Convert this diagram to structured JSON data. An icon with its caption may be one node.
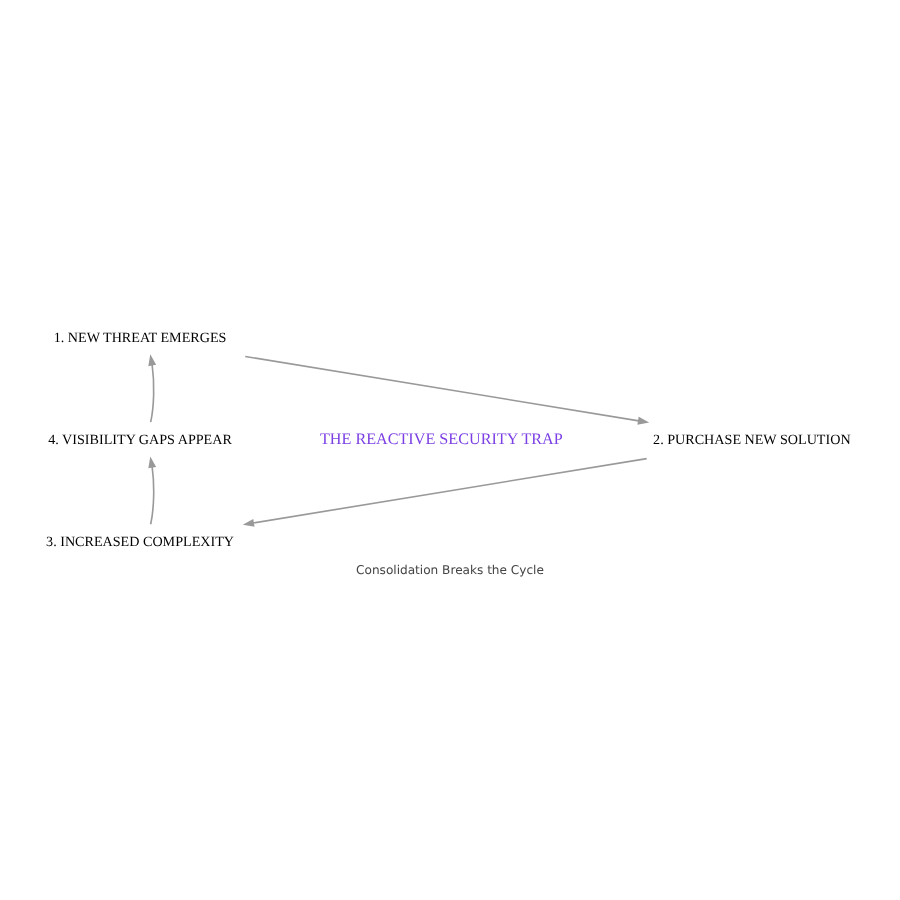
{
  "diagram": {
    "caption": "Consolidation Breaks the Cycle",
    "nodes": [
      {
        "text": [
          "1. NEW THREAT EMERGES"
        ]
      },
      {
        "text": [
          "2. PURCHASE NEW SOLUTION"
        ]
      },
      {
        "text": [
          "3. INCREASED COMPLEXITY"
        ]
      },
      {
        "text": [
          "4. VISIBILITY GAPS APPEAR"
        ]
      }
    ],
    "edges": [
      {
        "from": 0,
        "to": 1,
        "arrow": "to"
      },
      {
        "from": 1,
        "to": 2,
        "arrow": "to"
      },
      {
        "from": 2,
        "to": 3,
        "arrow": "to"
      },
      {
        "from": 3,
        "to": 0,
        "arrow": "to"
      }
    ],
    "labels": [
      "THE REACTIVE SECURITY TRAP"
    ]
  }
}
